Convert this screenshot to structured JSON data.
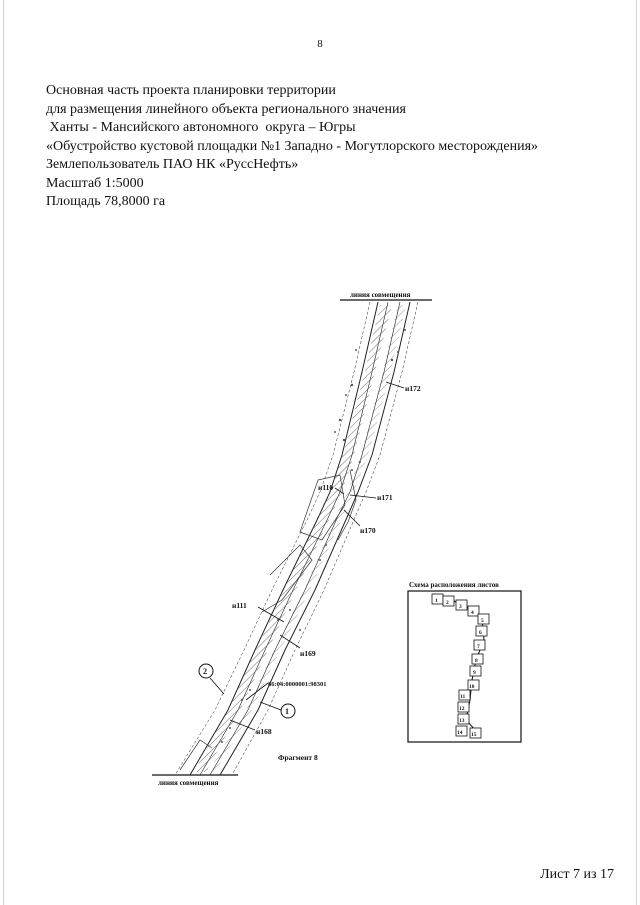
{
  "page_number": "8",
  "header_lines": [
    "Основная часть проекта планировки территории",
    "для размещения линейного объекта  регионального значения",
    " Ханты - Мансийского автономного  округа – Югры",
    "«Обустройство кустовой площадки №1 Западно - Могутлорского месторождения»",
    "Землепользователь  ПАО НК «РуссНефть»",
    "Масштаб 1:5000",
    "Площадь 78,8000 га"
  ],
  "map": {
    "match_line_top": "линия совмещения",
    "match_line_bottom": "линия совмещения",
    "node_labels": [
      "н172",
      "н110",
      "н171",
      "н170",
      "н111",
      "н169",
      "н168"
    ],
    "cadastral_number": "86:04:0000001:98301",
    "circle_markers": [
      "2",
      "1"
    ],
    "fragment_label": "Фрагмент 8"
  },
  "inset": {
    "title": "Схема расположения листов",
    "sheet_numbers": [
      "1",
      "2",
      "3",
      "4",
      "5",
      "6",
      "7",
      "8",
      "9",
      "10",
      "11",
      "12",
      "13",
      "14",
      "15"
    ]
  },
  "sheet_label": "Лист 7 из 17"
}
